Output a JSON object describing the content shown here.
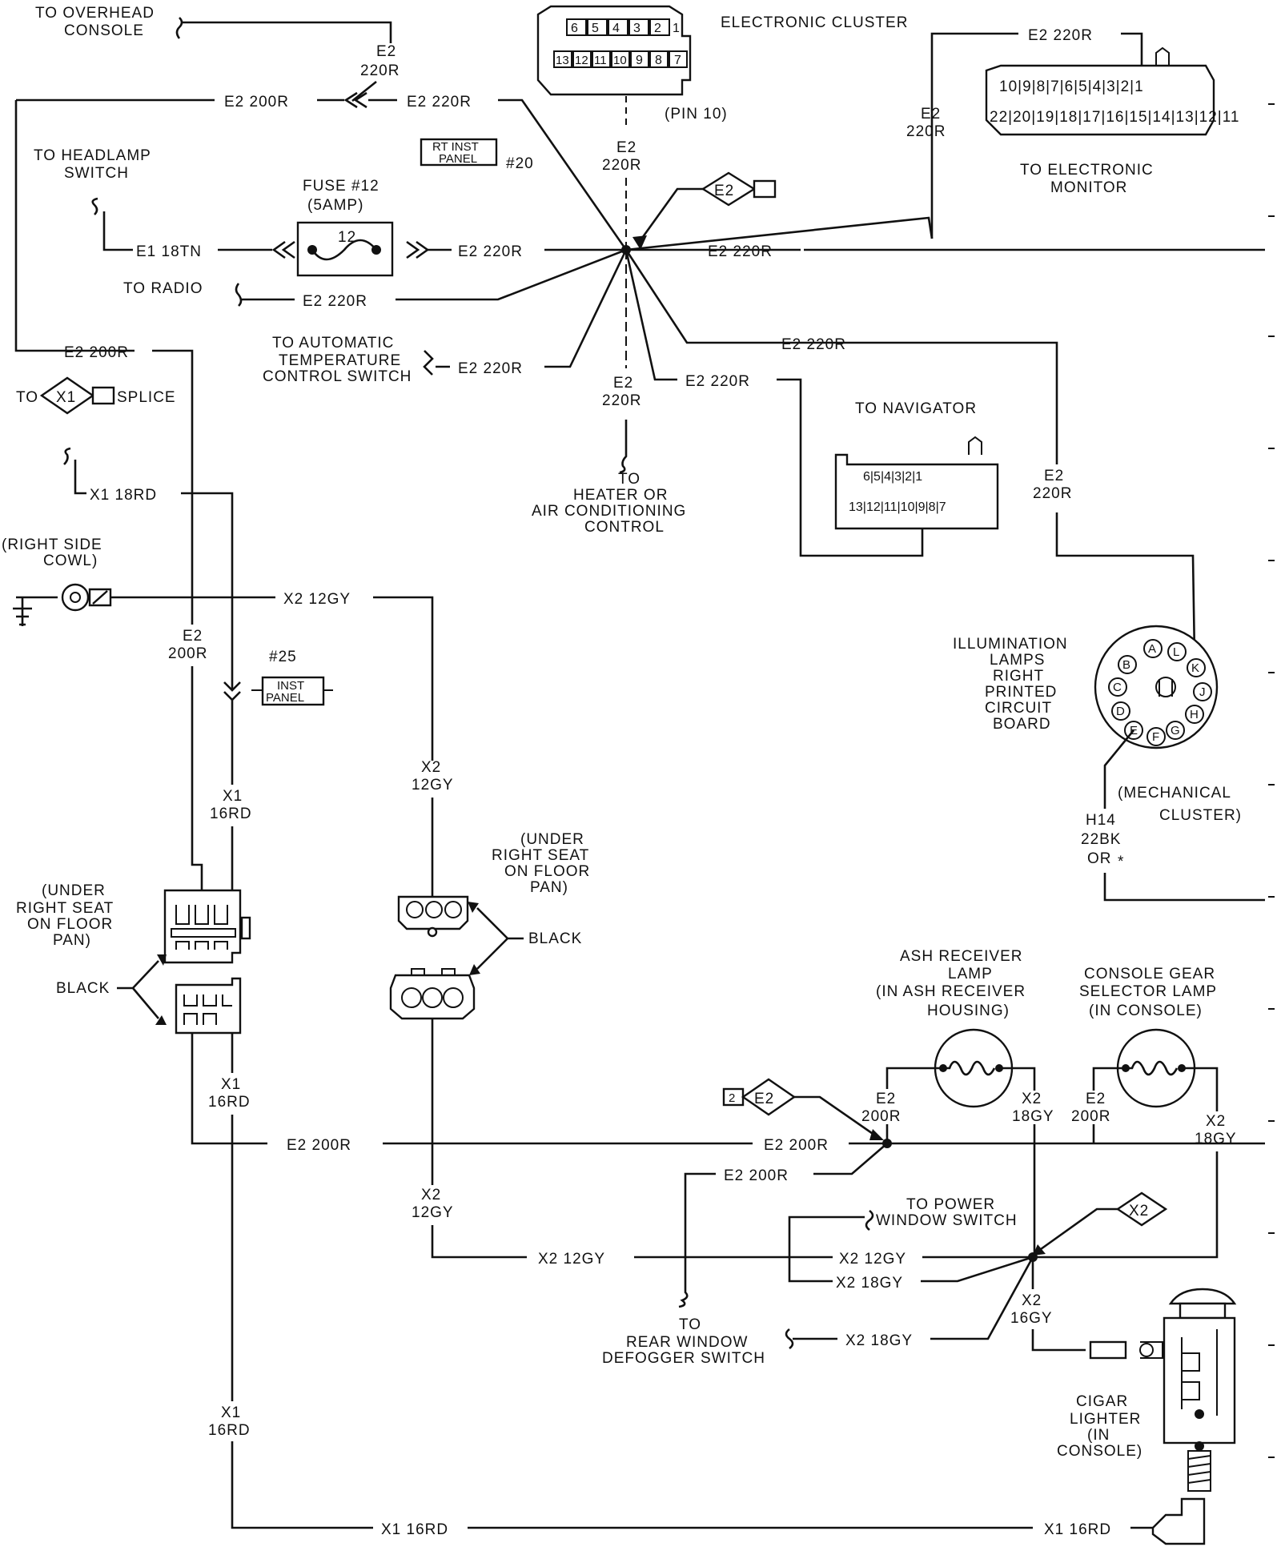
{
  "labels": {
    "to_overhead_console": [
      "TO OVERHEAD",
      "CONSOLE"
    ],
    "e2_220r": "E2 220R",
    "e2_200r": "E2 200R",
    "e2": "E2",
    "w220r": "220R",
    "w200r": "200R",
    "electronic_cluster": "ELECTRONIC CLUSTER",
    "pin10": "(PIN 10)",
    "to_electronic_monitor": [
      "TO ELECTRONIC",
      "MONITOR"
    ],
    "rt_inst_panel": [
      "RT INST",
      "PANEL"
    ],
    "n20": "#20",
    "to_headlamp_switch": [
      "TO HEADLAMP",
      "SWITCH"
    ],
    "fuse12": [
      "FUSE #12",
      "(5AMP)"
    ],
    "fuse_num": "12",
    "e1_18tn": "E1 18TN",
    "to_radio": "TO RADIO",
    "to_atc": [
      "TO AUTOMATIC",
      "TEMPERATURE",
      "CONTROL SWITCH"
    ],
    "to_x1": "TO",
    "x1": "X1",
    "splice": "SPLICE",
    "x1_18rd": "X1 18RD",
    "to_heater": [
      "TO",
      "HEATER OR",
      "AIR CONDITIONING",
      "CONTROL"
    ],
    "to_navigator": "TO NAVIGATOR",
    "right_side_cowl": [
      "(RIGHT SIDE",
      "COWL)"
    ],
    "x2_12gy": "X2 12GY",
    "x2": "X2",
    "w12gy": "12GY",
    "w16rd": "16RD",
    "w18gy": "18GY",
    "w16gy": "16GY",
    "n25": "#25",
    "inst_panel": [
      "INST",
      "PANEL"
    ],
    "illum": [
      "ILLUMINATION",
      "LAMPS",
      "RIGHT",
      "PRINTED",
      "CIRCUIT",
      "BOARD"
    ],
    "mech_cluster": [
      "(MECHANICAL",
      "CLUSTER)"
    ],
    "h14": [
      "H14",
      "22BK",
      "OR"
    ],
    "under_seat": [
      "(UNDER",
      "RIGHT SEAT",
      "ON FLOOR",
      "PAN)"
    ],
    "black": "BLACK",
    "ash_receiver": [
      "ASH RECEIVER",
      "LAMP",
      "(IN ASH RECEIVER",
      "HOUSING)"
    ],
    "console_gear": [
      "CONSOLE GEAR",
      "SELECTOR LAMP",
      "(IN CONSOLE)"
    ],
    "to_power_window": [
      "TO POWER",
      "WINDOW SWITCH"
    ],
    "x2_18gy": "X2 18GY",
    "to_rear_window": [
      "TO",
      "REAR WINDOW",
      "DEFOGGER SWITCH"
    ],
    "cigar_lighter": [
      "CIGAR",
      "LIGHTER",
      "(IN",
      "CONSOLE)"
    ],
    "x1_16rd": "X1 16RD",
    "num2": "2",
    "num1": "1",
    "star": "*"
  },
  "cluster_pins_top": [
    "6",
    "5",
    "4",
    "3",
    "2",
    "1"
  ],
  "cluster_pins_bottom": [
    "13",
    "12",
    "11",
    "10",
    "9",
    "8",
    "7"
  ],
  "monitor_pins_top": [
    "10",
    "9",
    "8",
    "7",
    "6",
    "5",
    "4",
    "3",
    "2",
    "1"
  ],
  "monitor_pins_bottom": [
    "22",
    "20",
    "19",
    "18",
    "17",
    "16",
    "15",
    "14",
    "13",
    "12",
    "11"
  ],
  "circuit_board_pins": [
    "A",
    "L",
    "K",
    "J",
    "H",
    "G",
    "F",
    "E",
    "D",
    "C",
    "B"
  ]
}
